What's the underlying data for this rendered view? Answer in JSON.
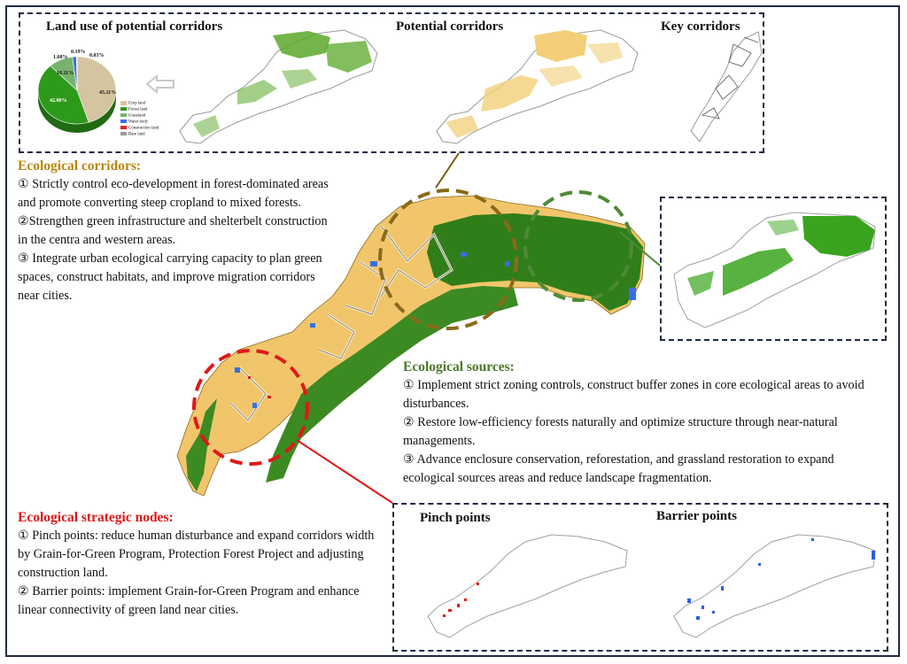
{
  "top_panel": {
    "titles": {
      "land_use": "Land use of potential corridors",
      "potential": "Potential corridors",
      "key": "Key corridors"
    },
    "pie": {
      "slices": [
        {
          "label": "45.11%",
          "name": "Crop land",
          "value": 45.11,
          "color": "#d4c4a0"
        },
        {
          "label": "42.80%",
          "name": "Forest land",
          "value": 42.8,
          "color": "#2e9a1c"
        },
        {
          "label": "10.11%",
          "name": "Grassland",
          "value": 10.11,
          "color": "#76b36c"
        },
        {
          "label": "1.68%",
          "name": "Water body",
          "value": 1.68,
          "color": "#3a6ee8"
        },
        {
          "label": "0.19%",
          "name": "Construction land",
          "value": 0.19,
          "color": "#e0202a"
        },
        {
          "label": "0.03%",
          "name": "Bare land",
          "value": 0.03,
          "color": "#9a9a9a"
        }
      ]
    }
  },
  "ecological_corridors": {
    "heading": "Ecological corridors:",
    "items": [
      "① Strictly control eco-development in forest-dominated areas and promote converting steep cropland to mixed forests.",
      "②Strengthen green infrastructure and shelterbelt construction in the centra and western areas.",
      "③ Integrate urban ecological carrying capacity to plan green spaces, construct habitats, and improve migration corridors near cities."
    ]
  },
  "ecological_sources": {
    "heading": "Ecological sources:",
    "items": [
      "① Implement strict zoning controls, construct buffer zones in core ecological areas to avoid disturbances.",
      "② Restore low-efficiency forests naturally and optimize structure through near-natural managements.",
      "③ Advance enclosure conservation, reforestation, and grassland restoration to expand ecological sources areas and reduce landscape fragmentation."
    ]
  },
  "ecological_nodes": {
    "heading": "Ecological strategic nodes:",
    "items": [
      "① Pinch points: reduce human disturbance and expand corridors width by Grain-for-Green Program, Protection Forest Project and adjusting construction land.",
      "② Barrier points: implement Grain-for-Green Program and enhance linear connectivity of green land near cities."
    ]
  },
  "bottom_panel": {
    "pinch_title": "Pinch points",
    "barrier_title": "Barrier points"
  },
  "colors": {
    "corridor_heading": "#b8860b",
    "sources_heading": "#4a7a2a",
    "nodes_heading": "#e01818",
    "frame": "#1e2a44"
  }
}
